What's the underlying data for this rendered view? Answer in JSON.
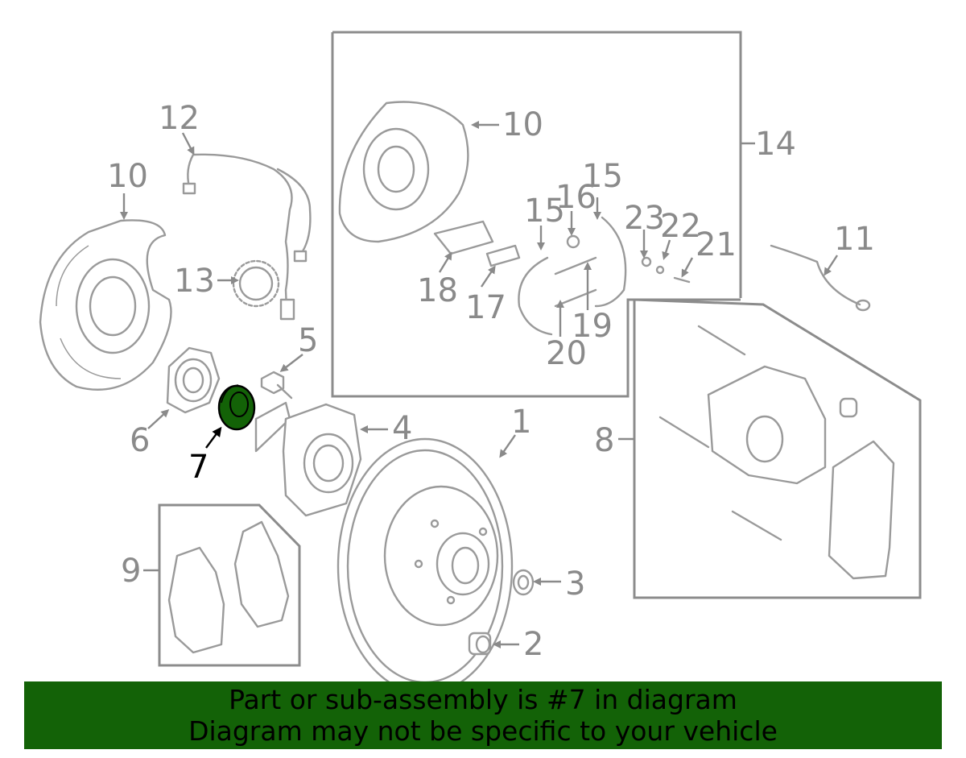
{
  "callouts": {
    "c1": "1",
    "c2": "2",
    "c3": "3",
    "c4": "4",
    "c5": "5",
    "c6": "6",
    "c7": "7",
    "c8": "8",
    "c9": "9",
    "c10a": "10",
    "c10b": "10",
    "c11": "11",
    "c12": "12",
    "c13": "13",
    "c14": "14",
    "c15a": "15",
    "c15b": "15",
    "c16": "16",
    "c17": "17",
    "c18": "18",
    "c19": "19",
    "c20": "20",
    "c21": "21",
    "c22": "22",
    "c23": "23"
  },
  "highlighted_part": "7",
  "colors": {
    "highlight": "#136207",
    "line": "#9a9a9a",
    "banner_bg": "#136207"
  },
  "banner": {
    "line1": "Part or sub-assembly is #7 in diagram",
    "line2": "Diagram may not be specific to your vehicle"
  }
}
